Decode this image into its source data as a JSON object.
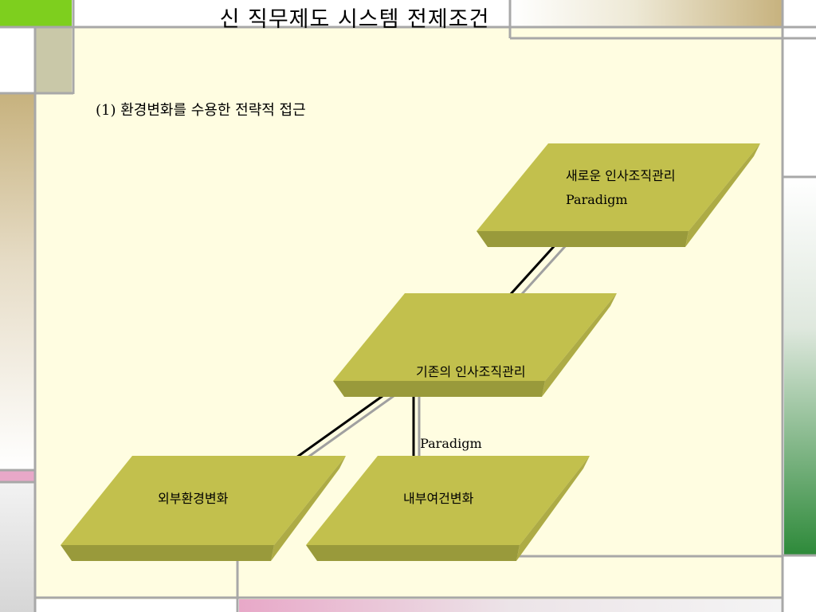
{
  "slide": {
    "title": "신 직무제도  시스템 전제조건",
    "subtitle": "(1) 환경변화를 수용한 전략적 접근"
  },
  "diagram": {
    "nodes": [
      {
        "id": "new-paradigm",
        "line1": "새로운 인사조직관리",
        "line2": "Paradigm"
      },
      {
        "id": "existing-paradigm",
        "line1": "기존의 인사조직관리",
        "line2": " Paradigm"
      },
      {
        "id": "external-change",
        "line1": "외부환경변화"
      },
      {
        "id": "internal-change",
        "line1": "내부여건변화"
      }
    ],
    "edges": [
      {
        "from": "existing-paradigm",
        "to": "new-paradigm"
      },
      {
        "from": "external-change",
        "to": "existing-paradigm"
      },
      {
        "from": "internal-change",
        "to": "existing-paradigm"
      }
    ]
  },
  "colors": {
    "slide_bg": "#fffde1",
    "box_top": "#c2c04d",
    "box_front": "#999a3b",
    "box_side": "#adab45",
    "lime_accent": "#7ecf1e",
    "sage_accent": "#c9c8a8",
    "pink_accent": "#e8a8c8",
    "green_accent": "#2e8a3a",
    "frame_line": "#a8a8a8"
  }
}
